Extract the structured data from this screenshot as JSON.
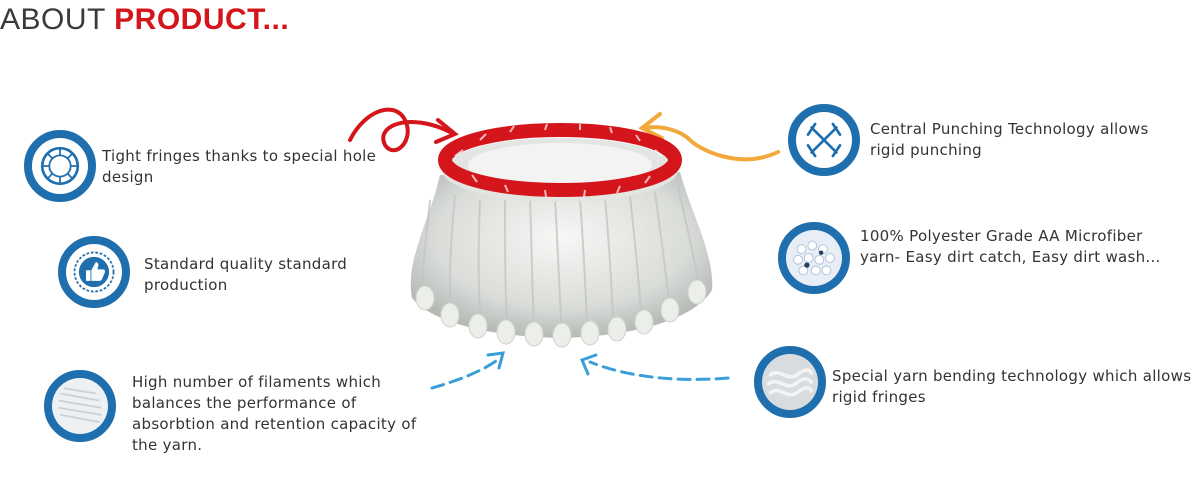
{
  "heading": {
    "word1": "ABOUT",
    "word2": "PRODUCT...",
    "accent_color": "#d4151b",
    "text_color": "#3a3a3a"
  },
  "colors": {
    "icon_blue": "#1f6fae",
    "arrow_red": "#d4151b",
    "arrow_orange": "#f2a93b",
    "arrow_blue": "#3a9fd8"
  },
  "features": [
    {
      "icon": "tight-fringes-icon",
      "text": "Tight fringes thanks to special hole design"
    },
    {
      "icon": "quality-thumbs-up-icon",
      "text": "Standard quality standard production"
    },
    {
      "icon": "filaments-icon",
      "text": "High number of filaments which balances the performance of absorbtion and retention capacity of the yarn."
    },
    {
      "icon": "central-punching-icon",
      "text": "Central Punching Technology allows rigid punching"
    },
    {
      "icon": "microfiber-icon",
      "text": "100% Polyester Grade AA Microfiber yarn- Easy dirt catch, Easy dirt wash..."
    },
    {
      "icon": "yarn-bending-icon",
      "text": "Special yarn bending technology which allows rigid fringes"
    }
  ]
}
